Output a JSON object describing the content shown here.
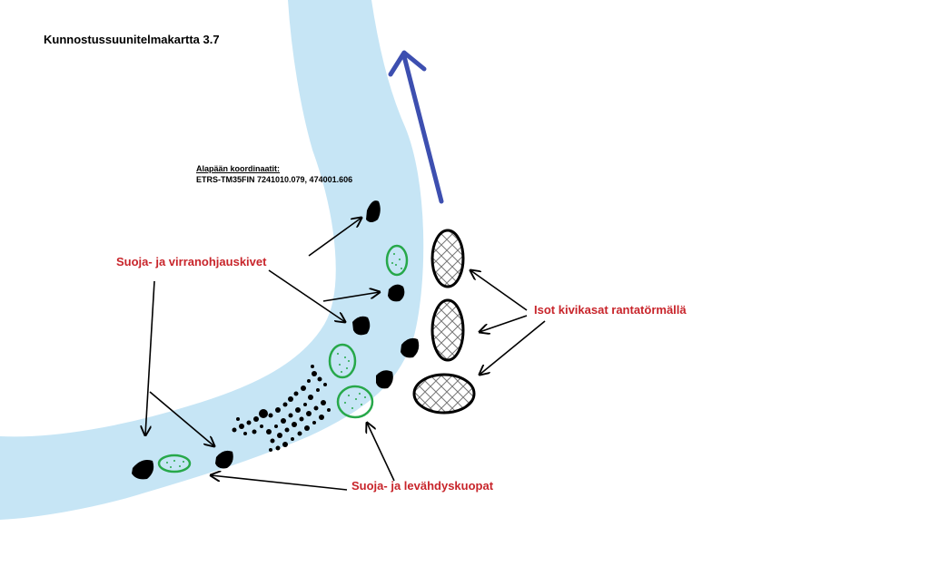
{
  "map": {
    "title": "Kunnostussuunitelmakartta 3.7",
    "coordinates": {
      "heading": "Alapään koordinaatit:",
      "value": "ETRS-TM35FIN 7241010.079, 474001.606"
    }
  },
  "labels": {
    "stones": "Suoja- ja virranohjauskivet",
    "piles": "Isot kivikasat rantatörmällä",
    "pools": "Suoja- ja levähdyskuopat"
  },
  "colors": {
    "river": "#c6e5f5",
    "label_red": "#c8252b",
    "flow_arrow": "#3d4fb0",
    "pool_green": "#27a84a",
    "stone": "#000000"
  },
  "icons": {
    "flow": "flow-direction-arrow",
    "stone": "black-stone",
    "pile": "hatched-rock-pile",
    "pool": "green-dotted-pool"
  }
}
